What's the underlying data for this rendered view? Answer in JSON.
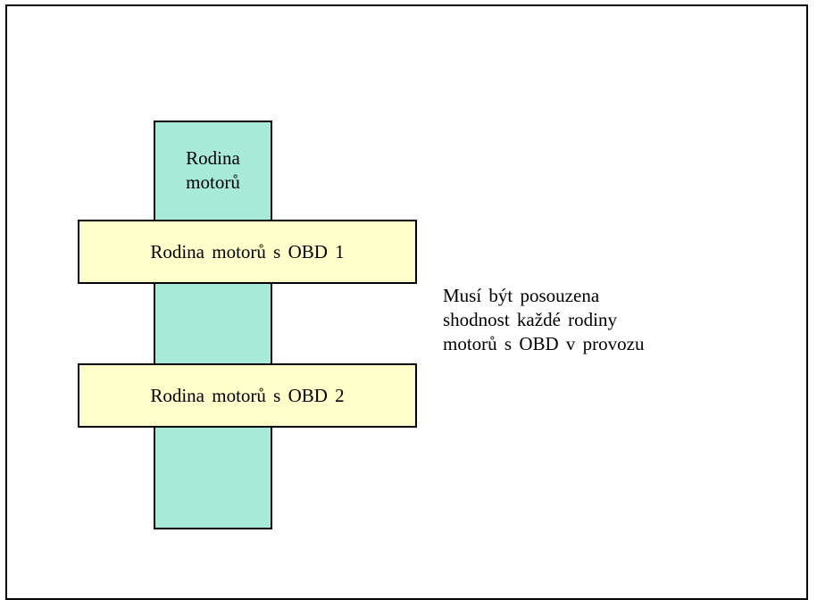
{
  "diagram": {
    "engine_family": {
      "label_lines": [
        "Rodina",
        "motorů"
      ],
      "fill": "#A8EAD8"
    },
    "obd_families": [
      {
        "label": "Rodina motorů s OBD 1",
        "fill": "#FFFFCC"
      },
      {
        "label": "Rodina motorů s OBD 2",
        "fill": "#FFFFCC"
      }
    ],
    "note_lines": [
      "Musí být posouzena",
      "shodnost každé rodiny",
      "motorů s OBD v provozu"
    ]
  }
}
